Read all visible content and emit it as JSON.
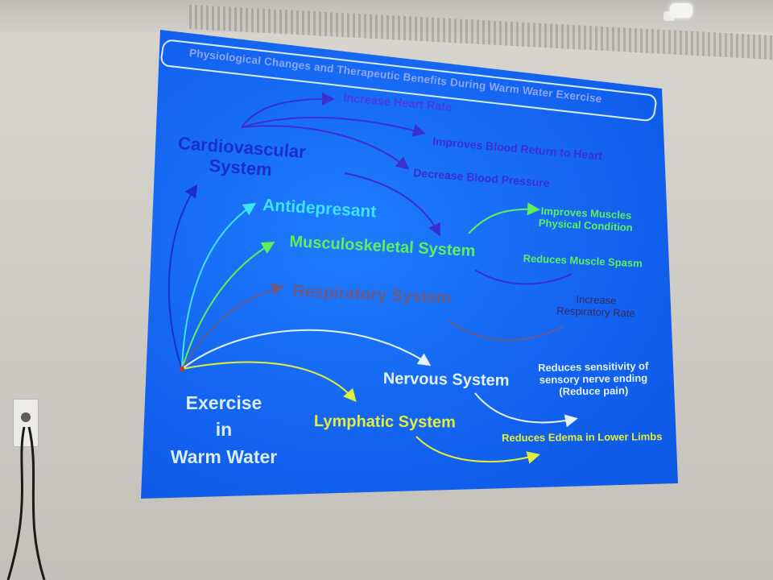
{
  "slide": {
    "title": "Physiological Changes and Therapeutic Benefits During Warm Water Exercise",
    "center": {
      "line1": "Exercise",
      "line2": "in",
      "line3": "Warm Water"
    },
    "systems": {
      "cardio_line1": "Cardiovascular",
      "cardio_line2": "System",
      "antidepressant": "Antidepresant",
      "musculoskeletal": "Musculoskeletal System",
      "respiratory": "Respiratory System",
      "nervous": "Nervous System",
      "lymphatic": "Lymphatic System"
    },
    "effects": {
      "heart_rate": "Increase Heart Rate",
      "blood_return": "Improves Blood Return to Heart",
      "blood_pressure": "Decrease Blood Pressure",
      "muscles_line1": "Improves Muscles",
      "muscles_line2": "Physical Condition",
      "muscle_spasm": "Reduces Muscle Spasm",
      "resp_line1": "Increase",
      "resp_line2": "Respiratory Rate",
      "nerve_line1": "Reduces sensitivity of",
      "nerve_line2": "sensory nerve ending",
      "nerve_line3": "(Reduce pain)",
      "edema": "Reduces Edema in Lower Limbs"
    },
    "colors": {
      "background": "#1565f0",
      "cardio": "#1a2fc9",
      "antidepressant": "#3fe3ff",
      "musculoskeletal": "#5ef05a",
      "respiratory": "#6b5a86",
      "nervous": "#e4f2ff",
      "lymphatic": "#e2ee3a",
      "effect_purple": "#3b2fd0"
    }
  }
}
